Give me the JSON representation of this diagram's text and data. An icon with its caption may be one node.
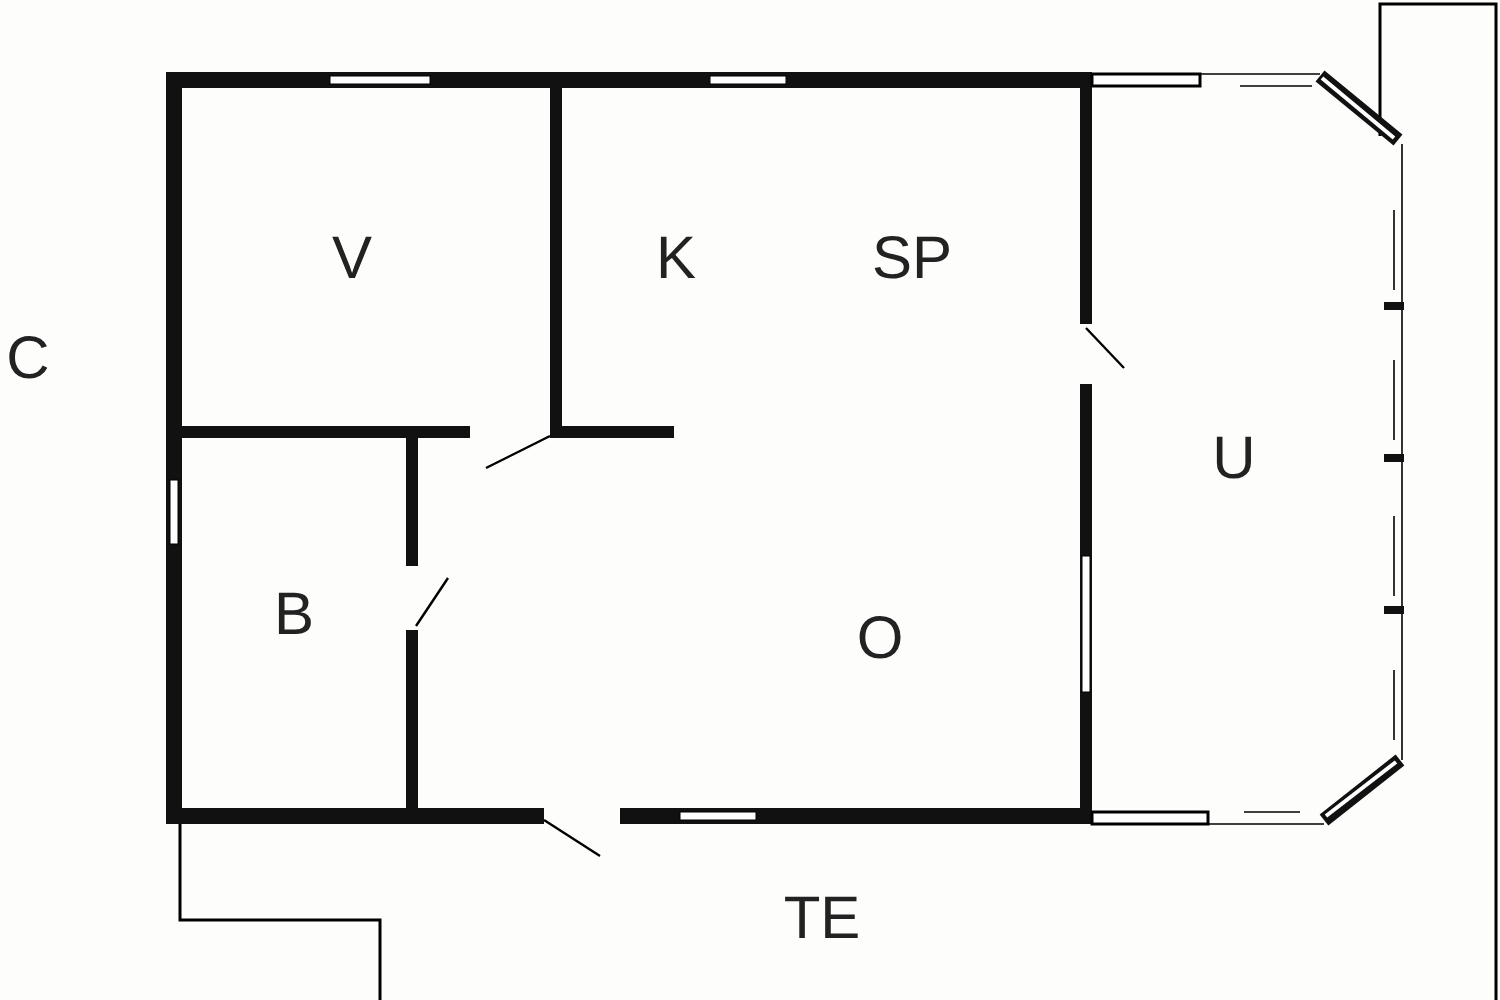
{
  "diagram": {
    "labels": [
      "V",
      "K",
      "SP",
      "C",
      "U",
      "B",
      "O",
      "TE"
    ]
  }
}
